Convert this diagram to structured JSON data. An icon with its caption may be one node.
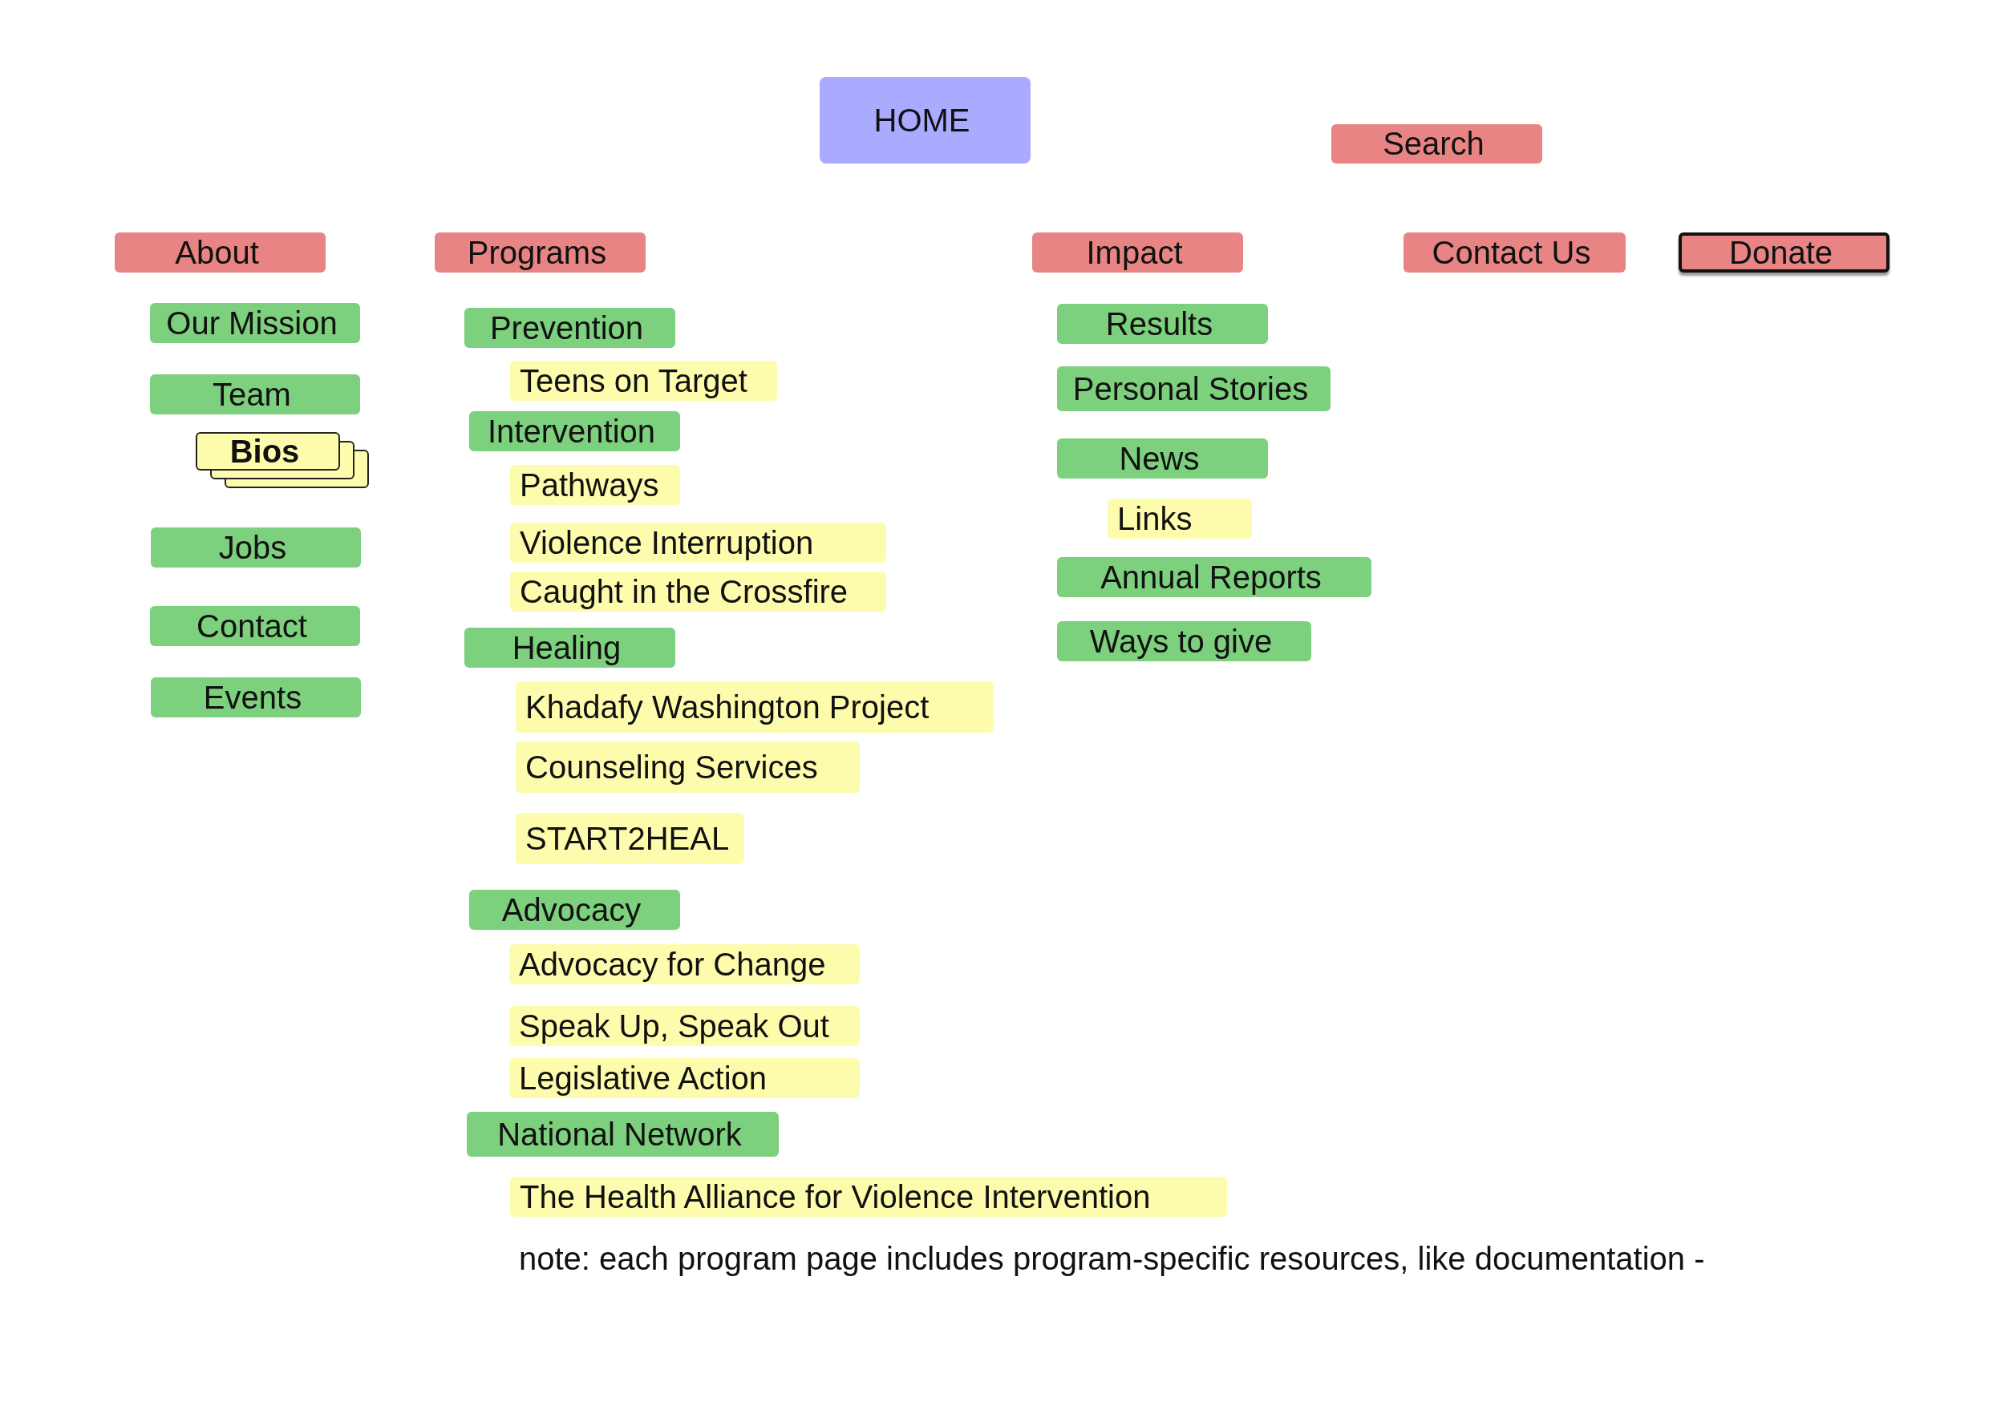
{
  "diagram": {
    "nodes": [
      {
        "text": [
          "HOME"
        ]
      },
      {
        "text": [
          "Search"
        ]
      },
      {
        "text": [
          "About"
        ]
      },
      {
        "text": [
          "Programs"
        ]
      },
      {
        "text": [
          "Impact"
        ]
      },
      {
        "text": [
          "Contact Us"
        ]
      },
      {
        "text": [
          "Donate"
        ]
      },
      {
        "text": [
          "Our Mission"
        ]
      },
      {
        "text": [
          "Team"
        ]
      },
      {
        "text": [
          "Bios"
        ]
      },
      {
        "text": [
          "Jobs"
        ]
      },
      {
        "text": [
          "Contact"
        ]
      },
      {
        "text": [
          "Events"
        ]
      },
      {
        "text": [
          "Prevention"
        ]
      },
      {
        "text": [
          "Teens on Target"
        ]
      },
      {
        "text": [
          "Intervention"
        ]
      },
      {
        "text": [
          "Pathways"
        ]
      },
      {
        "text": [
          "Violence Interruption"
        ]
      },
      {
        "text": [
          "Caught in the Crossfire"
        ]
      },
      {
        "text": [
          "Healing"
        ]
      },
      {
        "text": [
          "Khadafy Washington Project"
        ]
      },
      {
        "text": [
          "Counseling Services"
        ]
      },
      {
        "text": [
          "START2HEAL"
        ]
      },
      {
        "text": [
          "Advocacy"
        ]
      },
      {
        "text": [
          "Advocacy for Change"
        ]
      },
      {
        "text": [
          "Speak Up, Speak Out"
        ]
      },
      {
        "text": [
          "Legislative Action"
        ]
      },
      {
        "text": [
          "National Network"
        ]
      },
      {
        "text": [
          "The Health Alliance for Violence Intervention"
        ]
      },
      {
        "text": [
          "Results"
        ]
      },
      {
        "text": [
          "Personal Stories"
        ]
      },
      {
        "text": [
          "News"
        ]
      },
      {
        "text": [
          "Links"
        ]
      },
      {
        "text": [
          "Annual Reports"
        ]
      },
      {
        "text": [
          "Ways to give"
        ]
      }
    ],
    "labels": [
      "note: each program page includes program-specific resources, like documentation -"
    ]
  }
}
